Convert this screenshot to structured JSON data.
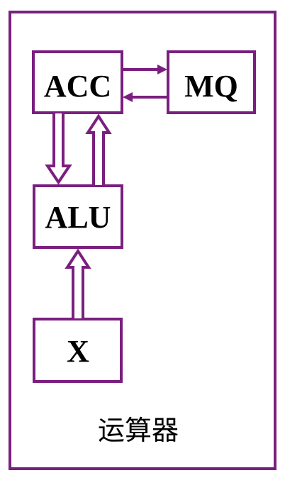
{
  "diagram": {
    "caption": "运算器",
    "registers": {
      "acc": "ACC",
      "mq": "MQ",
      "alu": "ALU",
      "x": "X"
    }
  },
  "colors": {
    "stroke": "#7a1f7f",
    "background": "#ffffff",
    "text": "#000000"
  }
}
